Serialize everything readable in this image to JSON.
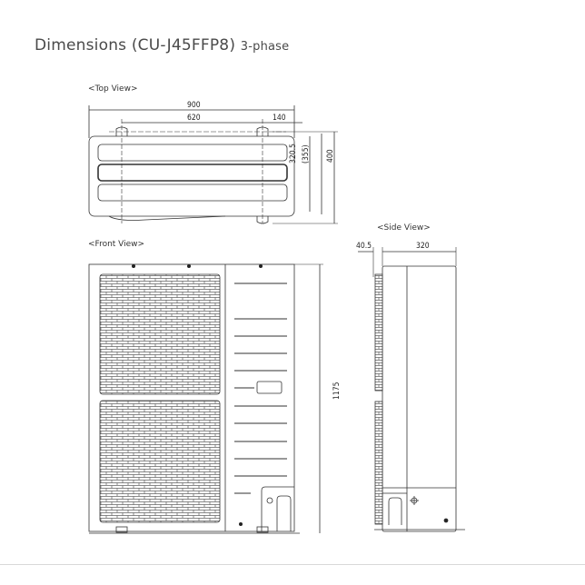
{
  "title": {
    "main": "Dimensions (CU-J45FFP8)",
    "suffix": "3-phase"
  },
  "views": {
    "top": {
      "label": "<Top View>",
      "dims": {
        "width": "900",
        "mount_span": "620",
        "mount_offset": "140",
        "depth_inner": "320.5",
        "depth_mid": "(355)",
        "depth_total": "400"
      }
    },
    "front": {
      "label": "<Front View>",
      "dims": {
        "height": "1175"
      }
    },
    "side": {
      "label": "<Side View>",
      "dims": {
        "grille_depth": "40.5",
        "body_depth": "320"
      }
    }
  },
  "colors": {
    "line": "#333333",
    "title": "#4a4a4a",
    "grille": "#9a9a9a"
  }
}
